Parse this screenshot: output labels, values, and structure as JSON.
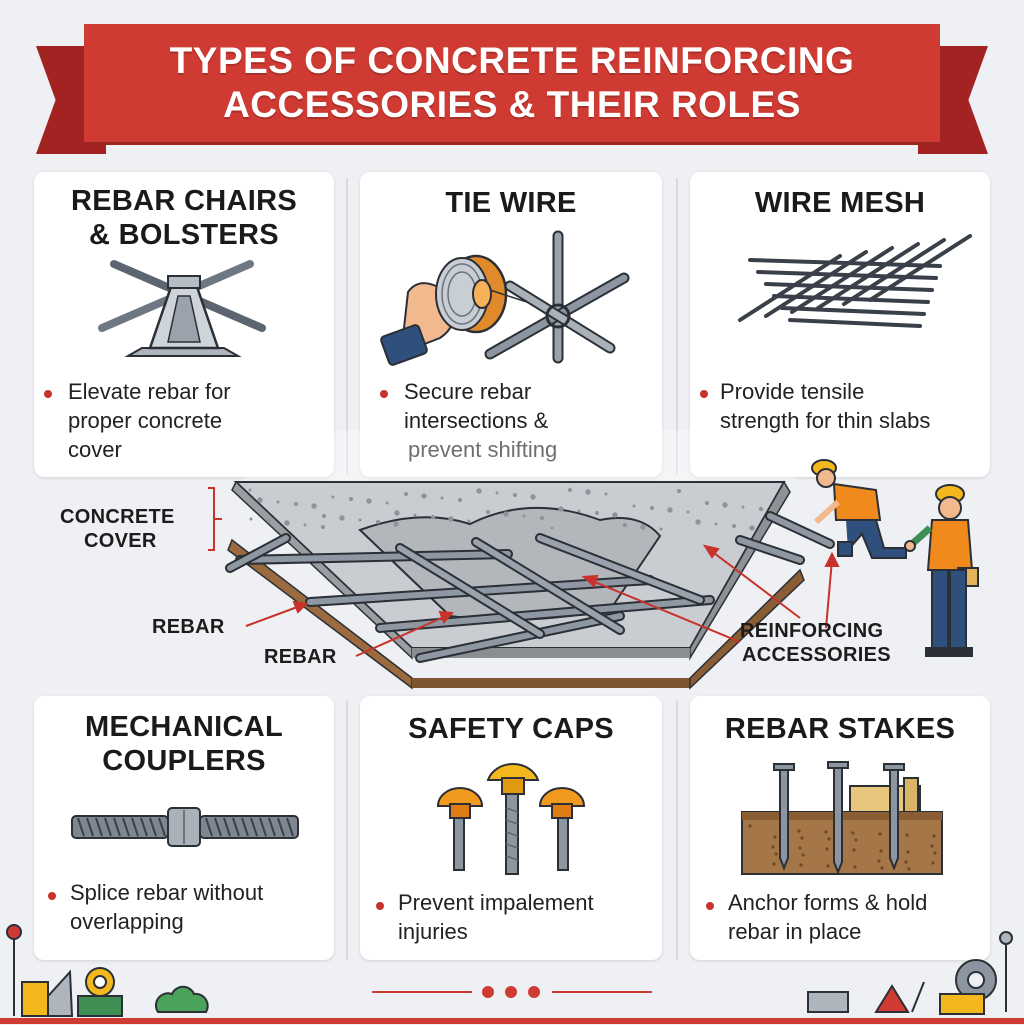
{
  "banner": {
    "title_line1": "TYPES OF CONCRETE REINFORCING",
    "title_line2": "ACCESSORIES & THEIR ROLES"
  },
  "cards": [
    {
      "title_line1": "REBAR CHAIRS",
      "title_line2": "& BOLSTERS",
      "bullet_line1": "Elevate rebar for",
      "bullet_line2": "proper concrete",
      "bullet_line3": "cover",
      "icon": "rebar-chair-icon"
    },
    {
      "title_line1": "TIE WIRE",
      "bullet_line1": "Secure rebar",
      "bullet_line2": "intersections &",
      "bullet_line3": "prevent shifting",
      "icon": "tie-wire-icon"
    },
    {
      "title_line1": "WIRE MESH",
      "bullet_line1": "Provide tensile",
      "bullet_line2": "strength for thin slabs",
      "icon": "wire-mesh-icon"
    },
    {
      "title_line1": "MECHANICAL",
      "title_line2": "COUPLERS",
      "bullet_line1": "Splice rebar without",
      "bullet_line2": "overlapping",
      "icon": "mechanical-coupler-icon"
    },
    {
      "title_line1": "SAFETY CAPS",
      "bullet_line1": "Prevent impalement",
      "bullet_line2": "injuries",
      "icon": "safety-cap-icon"
    },
    {
      "title_line1": "REBAR STAKES",
      "bullet_line1": "Anchor forms & hold",
      "bullet_line2": "rebar in place",
      "icon": "rebar-stake-icon"
    }
  ],
  "diagram": {
    "concrete_cover_line1": "CONCRETE",
    "concrete_cover_line2": "COVER",
    "rebar_label_a": "REBAR",
    "rebar_label_b": "REBAR",
    "accessories_line1": "REINFORCING",
    "accessories_line2": "ACCESSORIES"
  },
  "colors": {
    "accent_red": "#cf3a33",
    "hard_hat": "#f2b81e",
    "vest": "#f08a1c",
    "cap_orange": "#f29a1e",
    "soil": "#9b6a3f"
  }
}
